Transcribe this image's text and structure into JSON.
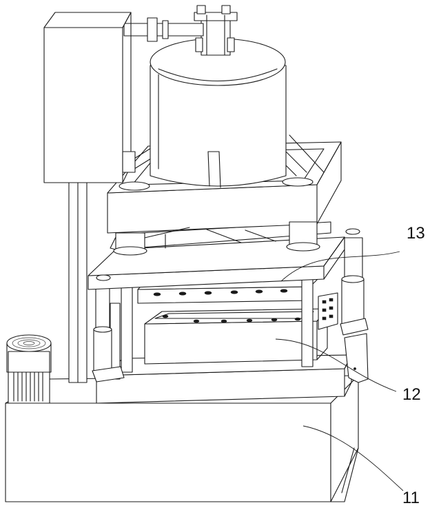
{
  "labels": {
    "base": "11",
    "lower_mold": "12",
    "upper_platen": "13"
  }
}
